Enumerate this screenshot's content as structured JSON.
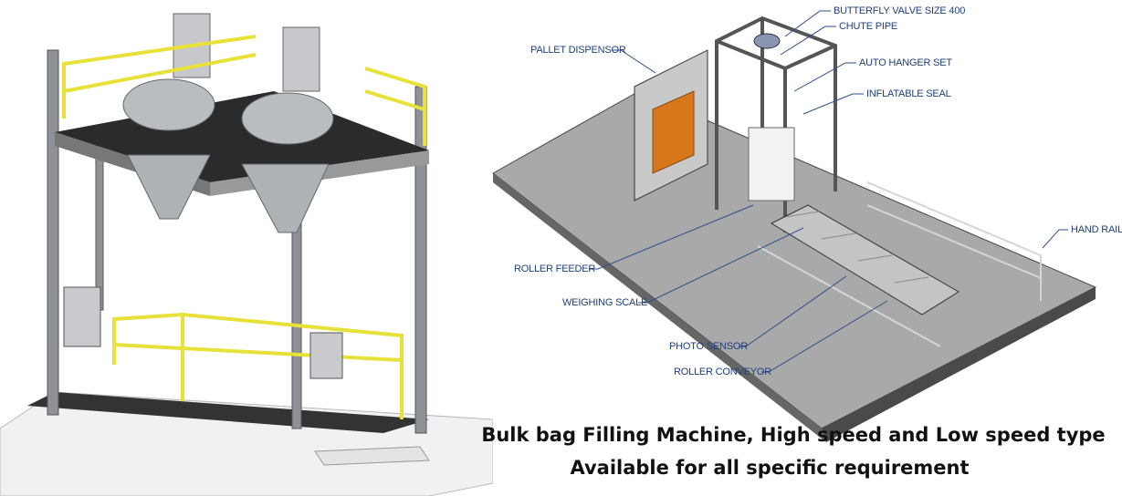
{
  "labels": {
    "butterfly_valve": "BUTTERFLY VALVE SIZE 400",
    "chute_pipe": "CHUTE PIPE",
    "pallet_dispensor": "PALLET DISPENSOR",
    "auto_hanger_set": "AUTO HANGER SET",
    "inflatable_seal": "INFLATABLE SEAL",
    "hand_rail": "HAND RAIL",
    "roller_feeder": "ROLLER FEEDER",
    "weighing_scale": "WEIGHING SCALE",
    "photo_sensor": "PHOTO SENSOR",
    "roller_conveyor": "ROLLER CONVEYOR"
  },
  "caption": {
    "line1": "Bulk bag Filling Machine, High speed and Low speed type",
    "line2": "Available for all specific requirement"
  },
  "colors": {
    "label": "#1f3f7a",
    "rail": "#e6e23a",
    "steel": "#9a9ea3",
    "floor": "#a7a7a7",
    "pallet": "#d8761c"
  }
}
